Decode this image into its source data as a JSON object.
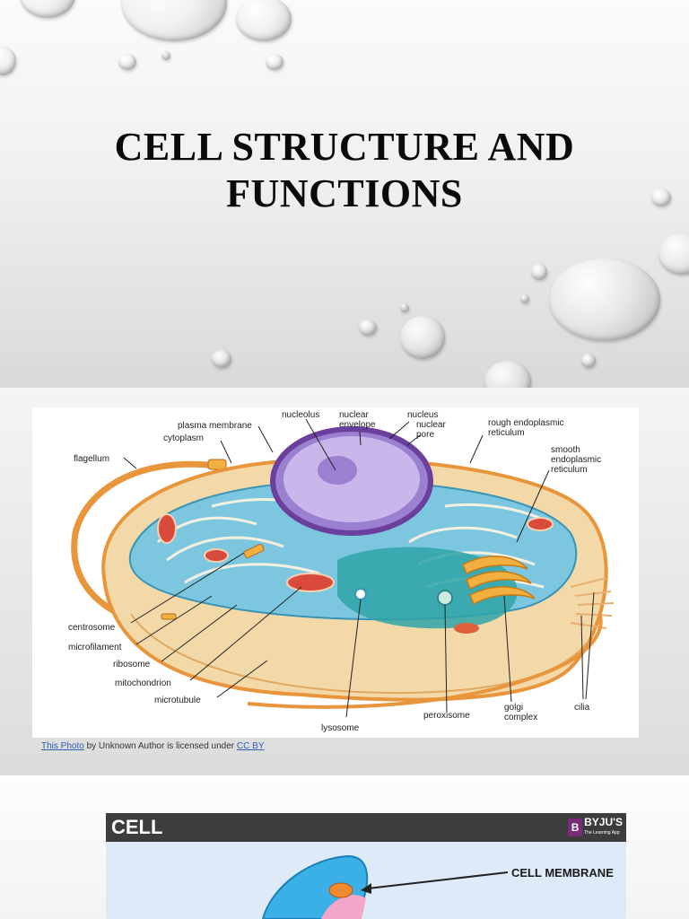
{
  "slide1": {
    "title_line1": "CELL STRUCTURE AND",
    "title_line2": "FUNCTIONS"
  },
  "slide2": {
    "labels": {
      "nucleolus": "nucleolus",
      "nuclear_envelope_1": "nuclear",
      "nuclear_envelope_2": "envelope",
      "nucleus": "nucleus",
      "nuclear_pore_1": "nuclear",
      "nuclear_pore_2": "pore",
      "rough_er_1": "rough endoplasmic",
      "rough_er_2": "reticulum",
      "plasma_membrane": "plasma membrane",
      "cytoplasm": "cytoplasm",
      "flagellum": "flagellum",
      "smooth_er_1": "smooth",
      "smooth_er_2": "endoplasmic",
      "smooth_er_3": "reticulum",
      "centrosome": "centrosome",
      "microfilament": "microfilament",
      "ribosome": "ribosome",
      "mitochondrion": "mitochondrion",
      "microtubule": "microtubule",
      "lysosome": "lysosome",
      "peroxisome": "peroxisome",
      "golgi_1": "golgi",
      "golgi_2": "complex",
      "cilia": "cilia"
    },
    "credit": {
      "link1": "This Photo",
      "middle": " by Unknown Author is licensed under ",
      "link2": "CC BY"
    }
  },
  "slide3": {
    "header": "CELL",
    "logo_mark": "B",
    "logo_text": "BYJU'S",
    "logo_sub": "The Learning App",
    "label_membrane": "CELL MEMBRANE"
  },
  "colors": {
    "cytoplasm": "#f3d9a8",
    "er": "#7cc6df",
    "nucleus": "#9b7fd0",
    "membrane_orange": "#e8953c"
  }
}
